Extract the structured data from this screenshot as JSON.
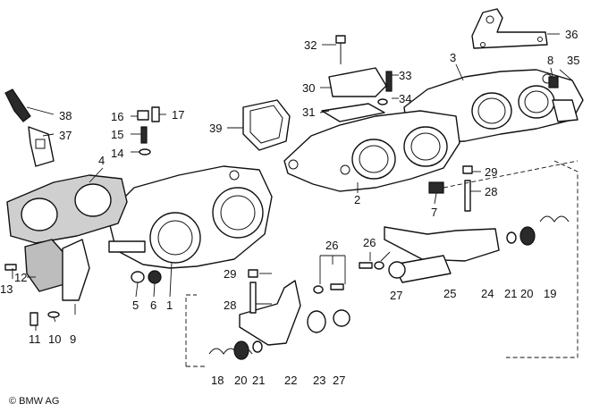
{
  "diagram": {
    "copyright": "© BMW AG",
    "callouts": [
      "1",
      "2",
      "3",
      "4",
      "5",
      "6",
      "7",
      "8",
      "9",
      "10",
      "11",
      "12",
      "13",
      "14",
      "15",
      "16",
      "17",
      "18",
      "19",
      "20",
      "20",
      "21",
      "21",
      "22",
      "23",
      "24",
      "25",
      "26",
      "26",
      "27",
      "27",
      "28",
      "28",
      "29",
      "29",
      "30",
      "31",
      "32",
      "33",
      "34",
      "35",
      "36",
      "37",
      "38",
      "39"
    ]
  }
}
